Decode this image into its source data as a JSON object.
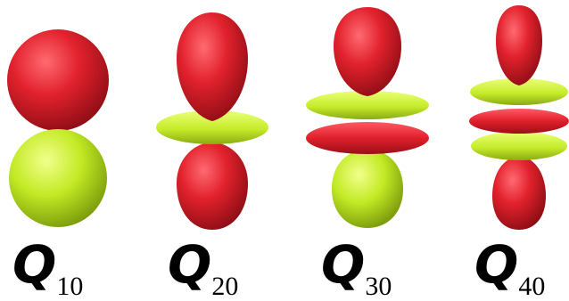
{
  "colors": {
    "red": "#dc1e2a",
    "yellow": "#bde81e",
    "background": "#ffffff"
  },
  "harmonics": [
    {
      "symbol": "Q",
      "subscript": "10"
    },
    {
      "symbol": "Q",
      "subscript": "20"
    },
    {
      "symbol": "Q",
      "subscript": "30"
    },
    {
      "symbol": "Q",
      "subscript": "40"
    }
  ]
}
